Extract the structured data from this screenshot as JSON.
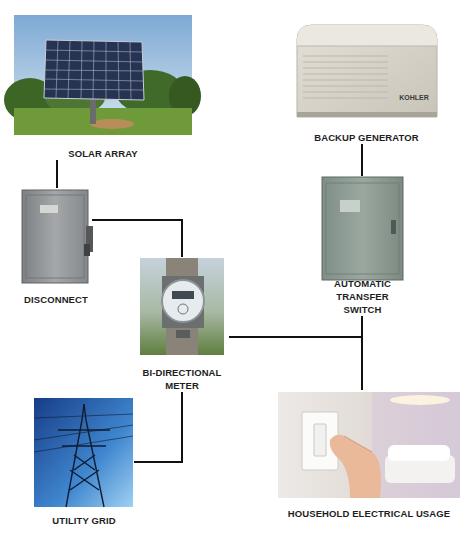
{
  "diagram": {
    "nodes": [
      {
        "text": [
          "SOLAR ARRAY"
        ]
      },
      {
        "text": [
          "BACKUP GENERATOR"
        ]
      },
      {
        "text": [
          "DISCONNECT"
        ]
      },
      {
        "text": [
          "AUTOMATIC TRANSFER SWITCH"
        ]
      },
      {
        "text": [
          "BI-DIRECTIONAL METER"
        ]
      },
      {
        "text": [
          "HOUSEHOLD ELECTRICAL USAGE"
        ]
      },
      {
        "text": [
          "UTILITY GRID"
        ]
      }
    ],
    "edges": [
      {
        "from": 0,
        "to": 2,
        "arrow": "none"
      },
      {
        "from": 2,
        "to": 4,
        "arrow": "none"
      },
      {
        "from": 4,
        "to": 6,
        "arrow": "none"
      },
      {
        "from": 1,
        "to": 3,
        "arrow": "none"
      },
      {
        "from": 3,
        "to": 5,
        "arrow": "none"
      },
      {
        "from": 4,
        "to": 5,
        "arrow": "none"
      }
    ],
    "labels": [
      "KOHLER"
    ]
  }
}
